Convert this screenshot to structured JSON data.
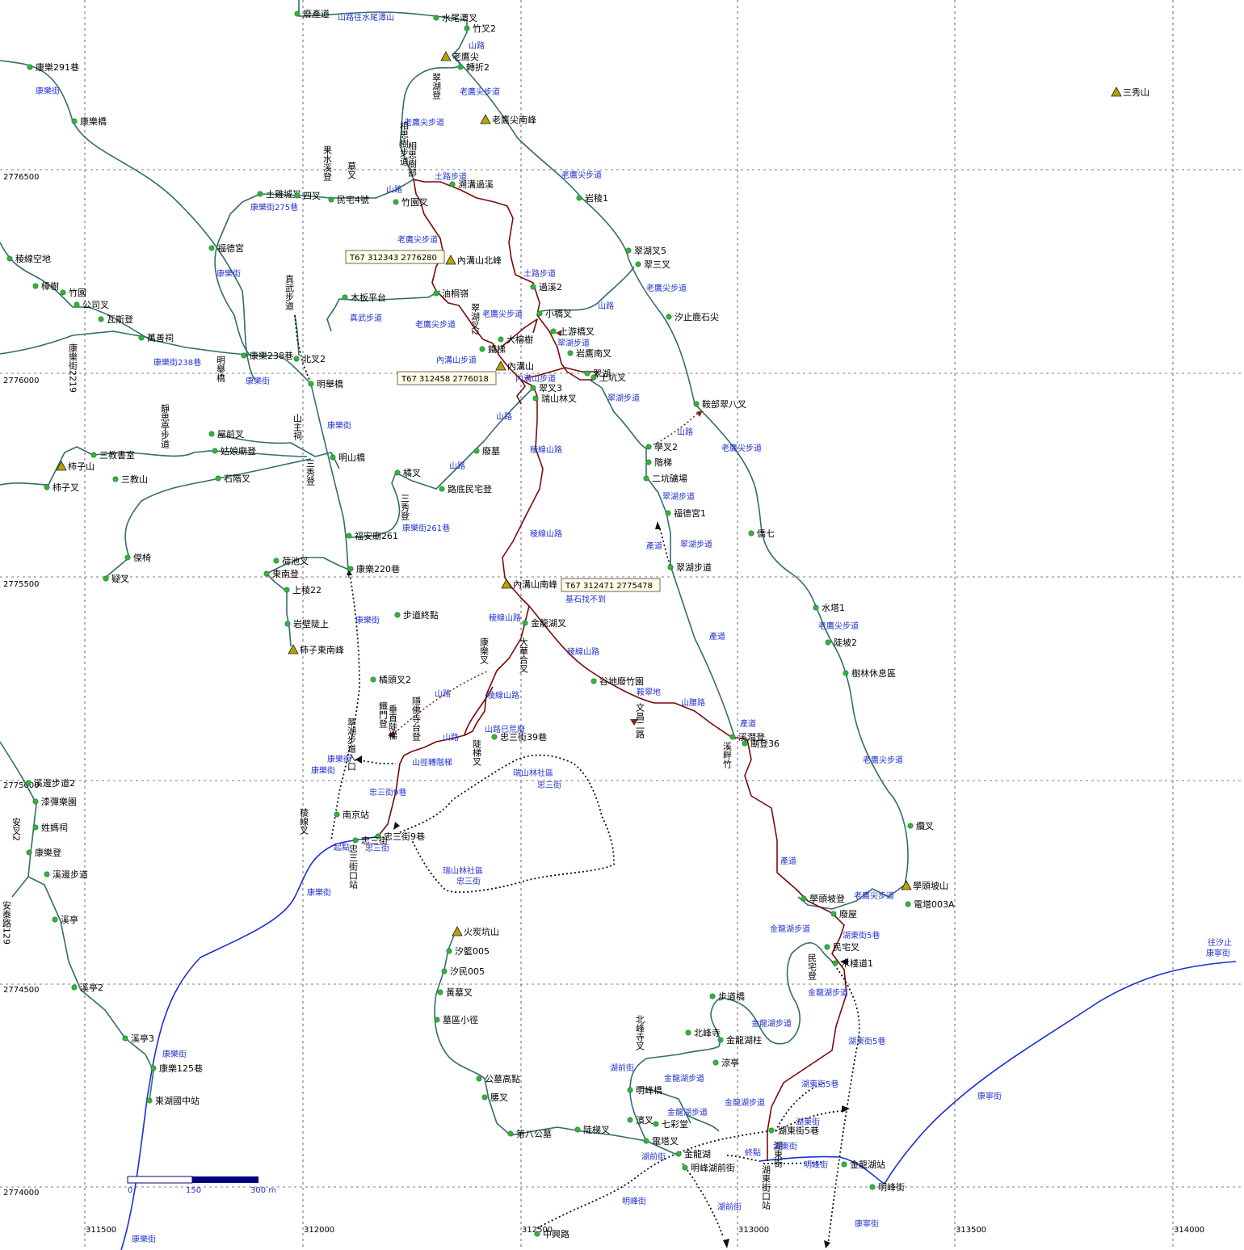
{
  "map": {
    "easting_ticks": [
      "311500",
      "312000",
      "312500",
      "313000",
      "313500",
      "314000"
    ],
    "northing_ticks": [
      "2776500",
      "2776000",
      "2775500",
      "2775000",
      "2774500",
      "2774000"
    ],
    "scale": {
      "labels": [
        "0",
        "150",
        "300 m"
      ]
    },
    "tags": [
      {
        "id": "t1",
        "text": "T67 312343 2776280"
      },
      {
        "id": "t2",
        "text": "T67 312458 2776018"
      },
      {
        "id": "t3",
        "text": "T67 312471 2775478"
      }
    ],
    "peaks": [
      {
        "id": "p-laoying",
        "label": "老鷹尖"
      },
      {
        "id": "p-laoying-s",
        "label": "老鷹尖南峰"
      },
      {
        "id": "p-sanxiu",
        "label": "三秀山"
      },
      {
        "id": "p-neigou-n",
        "label": "內溝山北峰"
      },
      {
        "id": "p-neigou",
        "label": "內溝山"
      },
      {
        "id": "p-shizi",
        "label": "柿子山"
      },
      {
        "id": "p-neigou-s",
        "label": "內溝山南峰"
      },
      {
        "id": "p-shizi-se",
        "label": "柿子東南峰"
      },
      {
        "id": "p-xuetou",
        "label": "學頭坡山"
      },
      {
        "id": "p-huotan",
        "label": "火炭坑山"
      }
    ],
    "places": [
      {
        "id": "w1",
        "label": "學頭坡登"
      },
      {
        "id": "w2",
        "label": "廢產道"
      },
      {
        "id": "w3",
        "label": "水尾潭叉"
      },
      {
        "id": "w4",
        "label": "竹叉2"
      },
      {
        "id": "w5",
        "label": "轉折2"
      },
      {
        "id": "w6",
        "label": "康樂291巷"
      },
      {
        "id": "w7",
        "label": "康樂橋"
      },
      {
        "id": "w8",
        "label": "岩稜1"
      },
      {
        "id": "w9",
        "label": "翠湖叉5"
      },
      {
        "id": "w10",
        "label": "翠三叉"
      },
      {
        "id": "w11",
        "label": "汐止鹿石尖"
      },
      {
        "id": "w12",
        "label": "土雞城叉"
      },
      {
        "id": "w13",
        "label": "四叉"
      },
      {
        "id": "w14",
        "label": "民宅4號"
      },
      {
        "id": "w15",
        "label": "竹園叉"
      },
      {
        "id": "w16",
        "label": "溯溝過溪"
      },
      {
        "id": "w17",
        "label": "福德宮"
      },
      {
        "id": "w18",
        "label": "稜線空地"
      },
      {
        "id": "w19",
        "label": "樟樹"
      },
      {
        "id": "w20",
        "label": "竹園"
      },
      {
        "id": "w21",
        "label": "公司叉"
      },
      {
        "id": "w22",
        "label": "瓦斯登"
      },
      {
        "id": "w23",
        "label": "萬善祠"
      },
      {
        "id": "w24",
        "label": "木板平台"
      },
      {
        "id": "w25",
        "label": "油桐嶺"
      },
      {
        "id": "w26",
        "label": "過溪2"
      },
      {
        "id": "w27",
        "label": "小橋叉"
      },
      {
        "id": "w28",
        "label": "上游橋叉"
      },
      {
        "id": "w29",
        "label": "大榕樹"
      },
      {
        "id": "w30",
        "label": "鐵梯"
      },
      {
        "id": "w31",
        "label": "岩鷹南叉"
      },
      {
        "id": "w32",
        "label": "北叉2"
      },
      {
        "id": "w33",
        "label": "康樂238巷"
      },
      {
        "id": "w34",
        "label": "明舉橋"
      },
      {
        "id": "w35",
        "label": "翠湖"
      },
      {
        "id": "w36",
        "label": "土坑叉"
      },
      {
        "id": "w37",
        "label": "翠叉3"
      },
      {
        "id": "w38",
        "label": "瑞山林叉"
      },
      {
        "id": "w39",
        "label": "鞍部翠八叉"
      },
      {
        "id": "w40",
        "label": "屋前叉"
      },
      {
        "id": "w41",
        "label": "姑娘廟登"
      },
      {
        "id": "w42",
        "label": "三教書室"
      },
      {
        "id": "w43",
        "label": "明山橋"
      },
      {
        "id": "w44",
        "label": "廢墓"
      },
      {
        "id": "w45",
        "label": "學叉2"
      },
      {
        "id": "w46",
        "label": "階梯"
      },
      {
        "id": "w47",
        "label": "二坑礦場"
      },
      {
        "id": "w48",
        "label": "柿子叉"
      },
      {
        "id": "w49",
        "label": "三教山"
      },
      {
        "id": "w50",
        "label": "石階叉"
      },
      {
        "id": "w51",
        "label": "橘叉"
      },
      {
        "id": "w52",
        "label": "路底民宅登"
      },
      {
        "id": "w53",
        "label": "福德宮1"
      },
      {
        "id": "w54",
        "label": "福安廟261"
      },
      {
        "id": "w55",
        "label": "僑七"
      },
      {
        "id": "w56",
        "label": "荷池叉"
      },
      {
        "id": "w57",
        "label": "東南登"
      },
      {
        "id": "w58",
        "label": "康樂220巷"
      },
      {
        "id": "w59",
        "label": "傑椅"
      },
      {
        "id": "w60",
        "label": "翠湖步道"
      },
      {
        "id": "w61",
        "label": "疑叉"
      },
      {
        "id": "w62",
        "label": "上稜22"
      },
      {
        "id": "w63",
        "label": "水塔1"
      },
      {
        "id": "w64",
        "label": "步道終點"
      },
      {
        "id": "w65",
        "label": "金龍湖叉"
      },
      {
        "id": "w66",
        "label": "岩壁陡上"
      },
      {
        "id": "w67",
        "label": "陡坡2"
      },
      {
        "id": "w68",
        "label": "樹林休息區"
      },
      {
        "id": "w69",
        "label": "橘頭叉2"
      },
      {
        "id": "w70",
        "label": "谷地廢竹園"
      },
      {
        "id": "w71",
        "label": "忠三街39巷"
      },
      {
        "id": "w72",
        "label": "廟登36"
      },
      {
        "id": "w73",
        "label": "溪澗登"
      },
      {
        "id": "w74",
        "label": "南京站"
      },
      {
        "id": "w75",
        "label": "忠三街9巷"
      },
      {
        "id": "w76",
        "label": "溪邊步道2"
      },
      {
        "id": "w77",
        "label": "漆彈樂園"
      },
      {
        "id": "w78",
        "label": "姓媽祠"
      },
      {
        "id": "w79",
        "label": "康樂登"
      },
      {
        "id": "w80",
        "label": "溪邊步道"
      },
      {
        "id": "w81",
        "label": "纜叉"
      },
      {
        "id": "w82",
        "label": "電塔003A"
      },
      {
        "id": "w83",
        "label": "廢屋"
      },
      {
        "id": "w84",
        "label": "溪亭"
      },
      {
        "id": "w85",
        "label": "汐籃005"
      },
      {
        "id": "w86",
        "label": "汐民005"
      },
      {
        "id": "w87",
        "label": "民宅叉"
      },
      {
        "id": "w88",
        "label": "木棧道1"
      },
      {
        "id": "w89",
        "label": "黃墓叉"
      },
      {
        "id": "w90",
        "label": "溪亭2"
      },
      {
        "id": "w91",
        "label": "墓區小徑"
      },
      {
        "id": "w92",
        "label": "步道橋"
      },
      {
        "id": "w93",
        "label": "北峰寺"
      },
      {
        "id": "w94",
        "label": "金龍湖柱"
      },
      {
        "id": "w95",
        "label": "溪亭3"
      },
      {
        "id": "w96",
        "label": "涼亭"
      },
      {
        "id": "w97",
        "label": "康樂125巷"
      },
      {
        "id": "w98",
        "label": "公墓高點"
      },
      {
        "id": "w99",
        "label": "明峰橋"
      },
      {
        "id": "w100",
        "label": "東湖國中站"
      },
      {
        "id": "w101",
        "label": "腰叉"
      },
      {
        "id": "w102",
        "label": "濱叉"
      },
      {
        "id": "w103",
        "label": "七彩堂"
      },
      {
        "id": "w104",
        "label": "湖東街5巷"
      },
      {
        "id": "w105",
        "label": "第八公墓"
      },
      {
        "id": "w106",
        "label": "陡梯叉"
      },
      {
        "id": "w107",
        "label": "電塔叉"
      },
      {
        "id": "w108",
        "label": "金龍湖"
      },
      {
        "id": "w109",
        "label": "金龍湖站"
      },
      {
        "id": "w110",
        "label": "明峰湖前街"
      },
      {
        "id": "w111",
        "label": "明峰街"
      },
      {
        "id": "w112",
        "label": "中興路"
      },
      {
        "id": "w113",
        "label": "忠三街"
      }
    ],
    "vertical_places": [
      {
        "id": "v1",
        "label": "翠湖登"
      },
      {
        "id": "v2",
        "label": "相思樹步道"
      },
      {
        "id": "v3",
        "label": "相思樹部"
      },
      {
        "id": "v4",
        "label": "果水溪登"
      },
      {
        "id": "v5",
        "label": "墓叉"
      },
      {
        "id": "v6",
        "label": "真武步道"
      },
      {
        "id": "v7",
        "label": "明舉橋"
      },
      {
        "id": "v8",
        "label": "康樂街2219"
      },
      {
        "id": "v9",
        "label": "翠湖叉2"
      },
      {
        "id": "v10",
        "label": "靜思亭步道"
      },
      {
        "id": "v11",
        "label": "山主祠"
      },
      {
        "id": "v12",
        "label": "三秀登"
      },
      {
        "id": "v13",
        "label": "三秀登"
      },
      {
        "id": "v14",
        "label": "康樂叉"
      },
      {
        "id": "v15",
        "label": "大華合叉"
      },
      {
        "id": "v16",
        "label": "隱佛寺台登"
      },
      {
        "id": "v17",
        "label": "鐵門登"
      },
      {
        "id": "v18",
        "label": "垂直陡梯"
      },
      {
        "id": "v19",
        "label": "陡梯叉"
      },
      {
        "id": "v20",
        "label": "文昌二路"
      },
      {
        "id": "v21",
        "label": "溪畔竹"
      },
      {
        "id": "v22",
        "label": "翠湖步道入口"
      },
      {
        "id": "v23",
        "label": "安泰路129"
      },
      {
        "id": "v24",
        "label": "安叉2"
      },
      {
        "id": "v25",
        "label": "民宅登"
      },
      {
        "id": "v26",
        "label": "北峰寺叉"
      },
      {
        "id": "v27",
        "label": "湖東街口站"
      },
      {
        "id": "v28",
        "label": "忠三街口站"
      },
      {
        "id": "v29",
        "label": "稜線叉"
      },
      {
        "id": "v30",
        "label": "湖東街"
      }
    ],
    "roads": [
      {
        "id": "r1",
        "label": "山路往水尾潭山"
      },
      {
        "id": "r2",
        "label": "山路"
      },
      {
        "id": "r3",
        "label": "老鷹尖步道"
      },
      {
        "id": "r4",
        "label": "康樂街"
      },
      {
        "id": "r5",
        "label": "老鷹尖步道"
      },
      {
        "id": "r6",
        "label": "老鷹尖步道"
      },
      {
        "id": "r7",
        "label": "土路步道"
      },
      {
        "id": "r8",
        "label": "山路"
      },
      {
        "id": "r9",
        "label": "康樂街275巷"
      },
      {
        "id": "r10",
        "label": "老鷹尖步道"
      },
      {
        "id": "r11",
        "label": "康樂街"
      },
      {
        "id": "r12",
        "label": "土路步道"
      },
      {
        "id": "r13",
        "label": "老鷹尖步道"
      },
      {
        "id": "r14",
        "label": "山路"
      },
      {
        "id": "r15",
        "label": "真武步道"
      },
      {
        "id": "r16",
        "label": "老鷹尖步道"
      },
      {
        "id": "r17",
        "label": "老鷹尖步道"
      },
      {
        "id": "r18",
        "label": "翠湖步道"
      },
      {
        "id": "r19",
        "label": "康樂街238巷"
      },
      {
        "id": "r20",
        "label": "內溝山步道"
      },
      {
        "id": "r21",
        "label": "內溝山步道"
      },
      {
        "id": "r22",
        "label": "康樂街"
      },
      {
        "id": "r23",
        "label": "翠湖步道"
      },
      {
        "id": "r24",
        "label": "山路"
      },
      {
        "id": "r25",
        "label": "山路"
      },
      {
        "id": "r26",
        "label": "稜線山路"
      },
      {
        "id": "r27",
        "label": "康樂街"
      },
      {
        "id": "r28",
        "label": "山路"
      },
      {
        "id": "r29",
        "label": "老鷹尖步道"
      },
      {
        "id": "r30",
        "label": "翠湖步道"
      },
      {
        "id": "r31",
        "label": "康樂街261巷"
      },
      {
        "id": "r32",
        "label": "稜線山路"
      },
      {
        "id": "r33",
        "label": "產道"
      },
      {
        "id": "r34",
        "label": "翠湖步道"
      },
      {
        "id": "r35",
        "label": "基石找不到"
      },
      {
        "id": "r36",
        "label": "康樂街"
      },
      {
        "id": "r37",
        "label": "稜線山路"
      },
      {
        "id": "r38",
        "label": "老鷹尖步道"
      },
      {
        "id": "r39",
        "label": "產道"
      },
      {
        "id": "r40",
        "label": "稜線山路"
      },
      {
        "id": "r41",
        "label": "稜線山路"
      },
      {
        "id": "r42",
        "label": "山路"
      },
      {
        "id": "r43",
        "label": "山腰路"
      },
      {
        "id": "r44",
        "label": "山路已荒廢"
      },
      {
        "id": "r45",
        "label": "鞍翠地"
      },
      {
        "id": "r46",
        "label": "產道"
      },
      {
        "id": "r47",
        "label": "山路"
      },
      {
        "id": "r48",
        "label": "山徑轉階梯"
      },
      {
        "id": "r49",
        "label": "康樂街"
      },
      {
        "id": "r50",
        "label": "老鷹尖步道"
      },
      {
        "id": "r51",
        "label": "瑞山林社區"
      },
      {
        "id": "r52",
        "label": "忠三街"
      },
      {
        "id": "r53",
        "label": "忠三街9巷"
      },
      {
        "id": "r54",
        "label": "起點"
      },
      {
        "id": "r55",
        "label": "忠三街"
      },
      {
        "id": "r56",
        "label": "產道"
      },
      {
        "id": "r57",
        "label": "瑞山林社區"
      },
      {
        "id": "r58",
        "label": "忠三街"
      },
      {
        "id": "r59",
        "label": "康樂街"
      },
      {
        "id": "r60",
        "label": "老鷹尖步道"
      },
      {
        "id": "r61",
        "label": "金龍湖步道"
      },
      {
        "id": "r62",
        "label": "湖東街5巷"
      },
      {
        "id": "r63",
        "label": "往汐止"
      },
      {
        "id": "r64",
        "label": "康寧街"
      },
      {
        "id": "r65",
        "label": "金龍湖步道"
      },
      {
        "id": "r66",
        "label": "金龍湖步道"
      },
      {
        "id": "r67",
        "label": "湖東街5巷"
      },
      {
        "id": "r68",
        "label": "康樂街"
      },
      {
        "id": "r69",
        "label": "湖前街"
      },
      {
        "id": "r70",
        "label": "金龍湖步道"
      },
      {
        "id": "r71",
        "label": "湖東街5巷"
      },
      {
        "id": "r72",
        "label": "金龍湖步道"
      },
      {
        "id": "r73",
        "label": "康寧街"
      },
      {
        "id": "r74",
        "label": "金龍湖步道"
      },
      {
        "id": "r75",
        "label": "湖東街"
      },
      {
        "id": "r76",
        "label": "終點"
      },
      {
        "id": "r77",
        "label": "湖東街"
      },
      {
        "id": "r78",
        "label": "湖前街"
      },
      {
        "id": "r79",
        "label": "明峰街"
      },
      {
        "id": "r80",
        "label": "明峰街"
      },
      {
        "id": "r81",
        "label": "湖前街"
      },
      {
        "id": "r82",
        "label": "康寧街"
      },
      {
        "id": "r83",
        "label": "康樂街"
      },
      {
        "id": "r84",
        "label": "康樂街"
      }
    ]
  }
}
